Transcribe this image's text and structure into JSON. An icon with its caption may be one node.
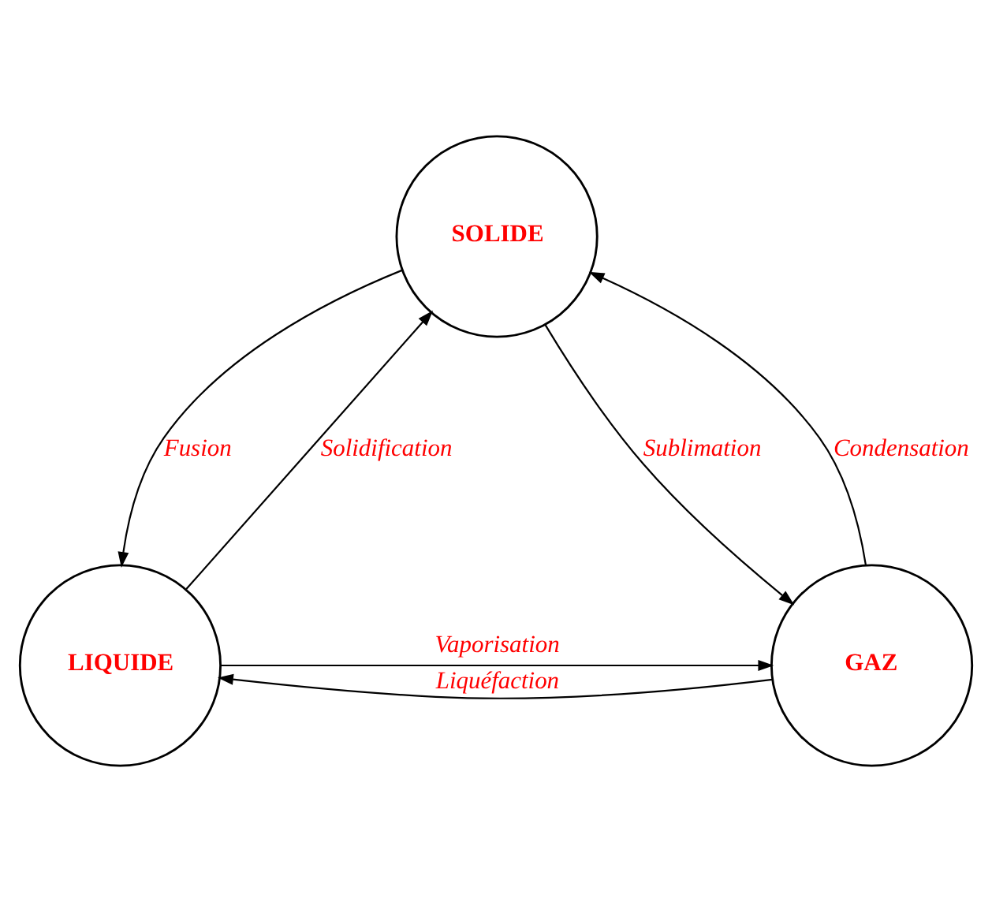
{
  "diagram": {
    "nodes": [
      {
        "text": [
          "SOLIDE"
        ]
      },
      {
        "text": [
          "LIQUIDE"
        ]
      },
      {
        "text": [
          "GAZ"
        ]
      }
    ],
    "edges": [
      {
        "from": 1,
        "to": 0,
        "arrow": "to",
        "label": "Solidification"
      },
      {
        "from": 0,
        "to": 1,
        "arrow": "to",
        "label": "Fusion"
      },
      {
        "from": 0,
        "to": 2,
        "arrow": "to",
        "label": "Sublimation"
      },
      {
        "from": 2,
        "to": 0,
        "arrow": "to",
        "label": "Condensation"
      },
      {
        "from": 1,
        "to": 2,
        "arrow": "to",
        "label": "Vaporisation"
      },
      {
        "from": 2,
        "to": 1,
        "arrow": "to",
        "label": "Liquéfaction"
      }
    ]
  }
}
